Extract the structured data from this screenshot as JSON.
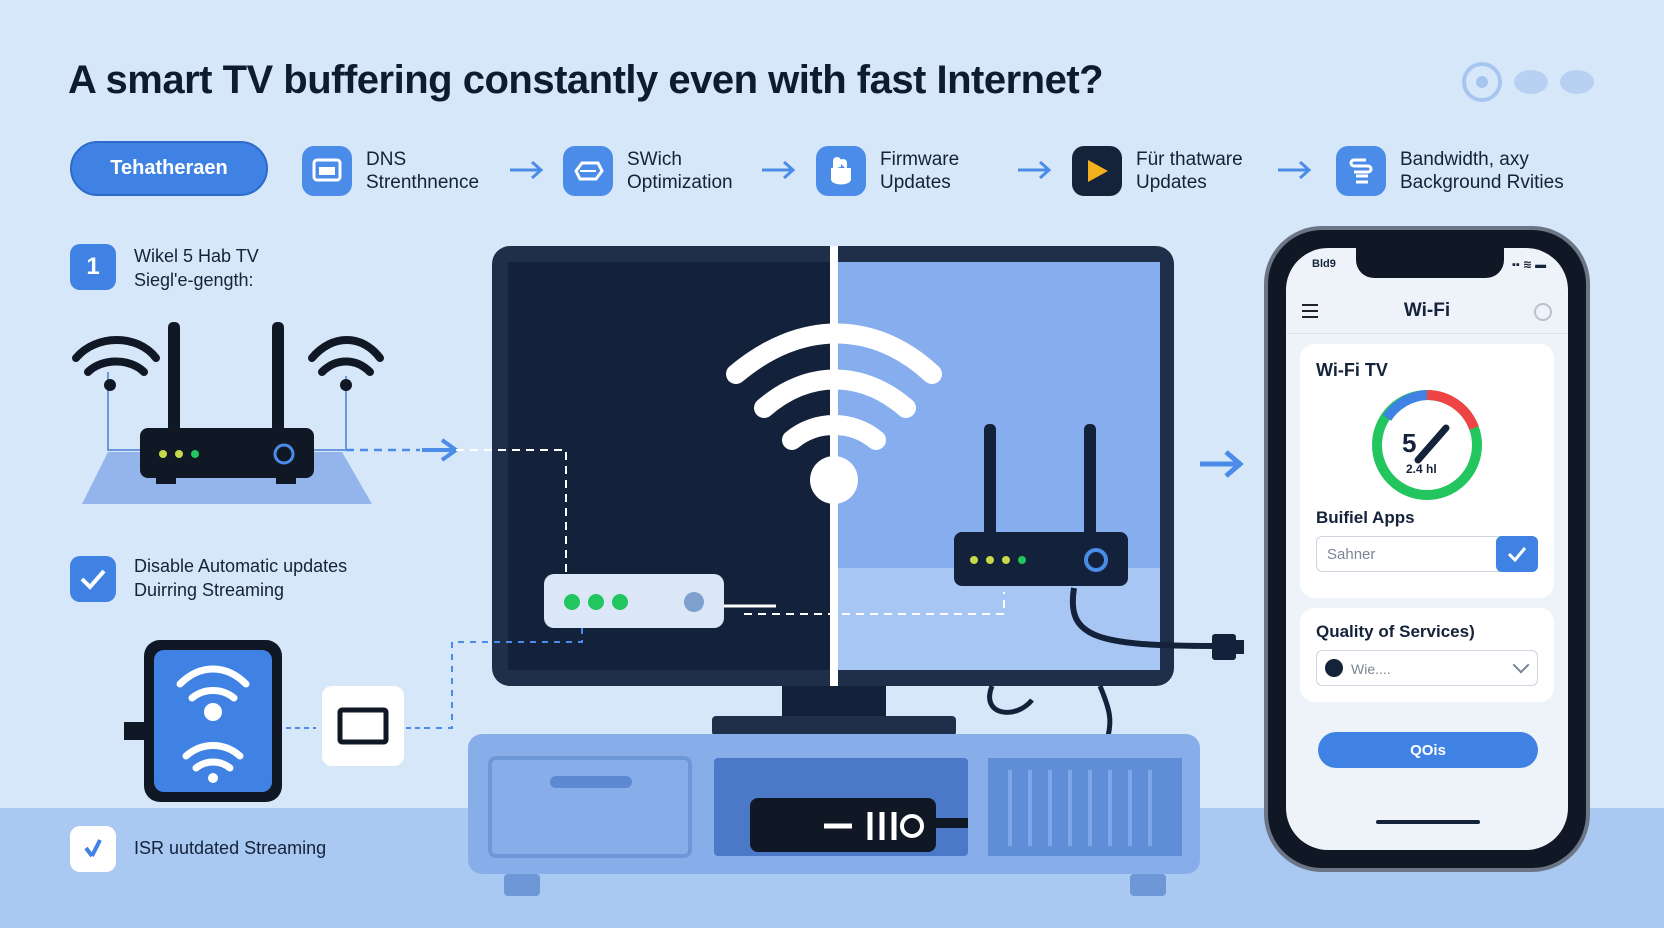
{
  "title": "A smart TV buffering constantly even with fast Internet?",
  "header_pill": "Tehatheraen",
  "steps": [
    {
      "label": "DNS\nStrenthnence",
      "icon": "monitor-icon"
    },
    {
      "label": "SWich\nOptimization",
      "icon": "switch-icon"
    },
    {
      "label": "Firmware\nUpdates",
      "icon": "firmware-icon"
    },
    {
      "label": "Für thatware\nUpdates",
      "icon": "play-icon"
    },
    {
      "label": "Bandwidth, axy\nBackground Rvities",
      "icon": "bandwidth-icon"
    }
  ],
  "left": {
    "step1_number": "1",
    "step1_label": "Wikel 5 Hab TV\nSiegl'e-gength:",
    "step2_label": "Disable  Automatic updates\nDuirring Streaming",
    "step3_label": "ISR uutdated Streaming"
  },
  "phone": {
    "status_time": "Bld9",
    "status_right": "▪▪ ≋ ▬",
    "header_title": "Wi-Fi",
    "card1_title": "Wi-Fi TV",
    "gauge_value": "5",
    "gauge_band": "2.4 hl",
    "card1_sub": "Buifiel Apps",
    "search_placeholder": "Sahner",
    "card2_title": "Quality of Services)",
    "select_value": "Wie....",
    "button_label": "QOis"
  },
  "colors": {
    "accent": "#3f82e3",
    "dark": "#14223a",
    "background": "#d7e7fa",
    "gauge_green": "#22c55e",
    "gauge_red": "#ef4444",
    "gauge_blue": "#3f82e3",
    "led_green": "#22c55e"
  }
}
